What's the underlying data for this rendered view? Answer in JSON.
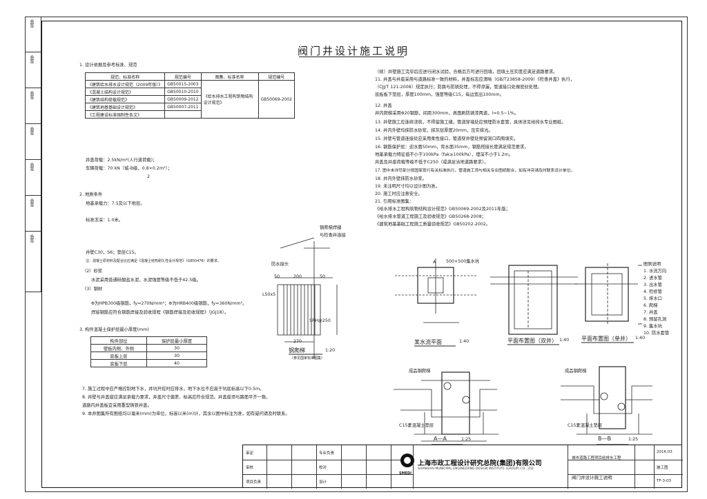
{
  "title": "阀门井设计施工说明",
  "margin_labels": [
    "会签",
    "会签",
    "会签",
    "会签",
    "会签",
    "会签",
    "会签"
  ],
  "section1": {
    "heading": "1. 设计依据及参考标准、规范",
    "headers": [
      "规范、标准名称",
      "规范编号",
      "图集、标准名称",
      "规范编号"
    ],
    "rows": [
      [
        "《建筑给水排水设计规范（2009年版）》",
        "GB50015-2003",
        "",
        ""
      ],
      [
        "《混凝土结构设计规范》",
        "GB50010-2010",
        "",
        ""
      ],
      [
        "《建筑结构荷载规范》",
        "GB50009-2012",
        "《给水排水工程构筑物结构设计规范》",
        "GB50069-2002"
      ],
      [
        "《建筑地基基础设计规范》",
        "GB50007-2011",
        "",
        ""
      ],
      [
        "《工程建设标准强制性条文》",
        "",
        "",
        ""
      ]
    ]
  },
  "loads": {
    "l1": "井盖荷载：2.5kN/m²(人行道荷载)；",
    "l2": "车辆荷载：70 kN（城-B级，0.8×0.2m²）；",
    "l3": "2"
  },
  "section2": {
    "l1": "2. 地质条件",
    "l2": "地基承载力：7.5及以下地层。",
    "l3": "标准冻深：1.0米。"
  },
  "materials": {
    "l1": "井壁C30，S6；垫层C15。",
    "l2": "注：混凝土原材料及配合比应满足《混凝土结构耐久性设计规范》（GB50476）的要求。",
    "l3": "（2）砂浆",
    "l4": "水泥采用普通硅酸盐水泥，水泥强度等级不低于42.5级。",
    "l5": "（3）钢材",
    "l6": "Φ为HPB300级钢筋，fy=270N/mm²；Φ为HRB400级钢筋，fy=360N/mm²。",
    "l7": "焊接钢筋应符合钢筋焊接及验收规程《钢筋焊接及验收规程》（JGJ18）。"
  },
  "section3": {
    "heading": "3. 构件混凝土保护层最小厚度(mm)",
    "headers": [
      "构件部位",
      "保护层最小厚度"
    ],
    "rows": [
      [
        "壁板内侧、外侧",
        "30"
      ],
      [
        "底板上层",
        "30"
      ],
      [
        "底板下层",
        "40"
      ]
    ]
  },
  "notes_left": [
    "7. 施工过程中应严格控制地下水，井坑开挖时应排水，地下水位不应高于坑底标高以下0.5m。",
    "8. 井壁与井盖座应满足承载力要求，井盖尺寸偏差、标高应符合规范。井盖座须与路面平齐一致。",
    "   道路内井盖板宜采用重型铸铁井盖。",
    "9. 本井图集所有图纸均以毫米(mm)为单位，标高以米(m)计，其余以图中标注为准，如有疑问请及时联系。"
  ],
  "notes_right": [
    "（续）井壁施工完毕后应进行闭水试验，合格后方可进行回填，回填土压实度应满足道路要求。",
    "11. 井盖与井座采用与道路标准一致的材料，井盖标志应清晰（GB/T23858-2009）《检查井盖》执行，",
    "  （CJJ/T 121-2008）规定执行；防腐与防锈处理，不得渗漏，管道接口处做密封处理。",
    "  底板板下垫层，厚度100mm，强度等级C15，每边宽出100mm。",
    "12. 井盖",
    "  井内爬梯采用Φ20钢筋，间距300mm，表面刷防锈漆两道，i=0.5~1%。",
    "13. 井壁施工应连续浇筑，不得留施工缝，管道穿墙处应预埋防水套管，具体详见给排水专业图纸。",
    "14. 井内外壁均抹防水砂浆，抹灰层厚度20mm，压实抹光。",
    "15. 井壁与管道连接处应采用柔性接口，管道穿井壁处预留洞口四周填实。",
    "16. 钢筋保护层：迎水面50mm，背水面35mm，钢筋搭接长度满足规范要求，",
    "  地基承载力特征值不小于100kPa（fak≥100kPa），埋深不小于1.2m。",
    "  井盖及井座荷载等级不低于C250（或满足当地道路要求）。",
    "17. 图中未详尽部分按国家现行有关标准执行，管道施工须与相关专业图纸配合，如有冲突请及时联系设计单位。",
    "18. 井内外壁抹防水砂浆。",
    "19. 未注明尺寸均以设计图为准。",
    "20. 施工时应注意安全。",
    "21. 引用标准图集：",
    "  《给水排水工程构筑物结构设计规范》GB50069-2002及2011年版；",
    "  《给水排水管道工程施工及验收规范》GB50268-2008；",
    "  《建筑地基基础工程施工质量验收规范》GB50202-2002。"
  ],
  "drawings": {
    "ladder": {
      "label": "钢爬梯",
      "scale": "1:20",
      "note": "（参见国家标准图集）",
      "top_note": "钢爬梯焊缝",
      "top_note2": "与检查井连接",
      "side_note": "防水接头",
      "dim_200": "200",
      "dim_50a": "50",
      "dim_50b": "50",
      "dim_270": "270",
      "dim_l50": "L50x5",
      "dim_pitch": "SPH@250"
    },
    "plan1": {
      "label": "某水流平面",
      "scale": "1:40",
      "callout": "500×500集水坑",
      "letter": "A"
    },
    "plan2": {
      "label": "平面布置图（双井）",
      "scale": "1:40"
    },
    "plan3": {
      "label": "平面布置图（单井）",
      "scale": "1:40"
    },
    "secA": {
      "label": "A—A",
      "scale": "1:25",
      "note1": "成品钢爬梯",
      "note2": "C15素混凝土垫层"
    },
    "secB": {
      "label": "B—B",
      "scale": "1:25",
      "note1": "成品钢爬梯",
      "note2": "C15素混凝土垫层"
    },
    "legend": [
      "图例说明",
      "1. 水流方向",
      "2. 进水管",
      "3. 出水管",
      "4. 检修管",
      "5. 排水口",
      "6. 爬梯",
      "7. 井盖",
      "8. 预留孔洞",
      "9. 集水坑",
      "10. 防水套管"
    ]
  },
  "titleblock": {
    "company": "上海市政工程设计研究总院(集团)有限公司",
    "company_en": "SHANGHAI MUNICIPAL ENGINEERING DESIGN INSTITUTE (GROUP) CO., LTD.",
    "logo": "SMEDI",
    "labels": [
      "审定",
      "审核",
      "项目负责",
      "专业负责",
      "校对",
      "设计"
    ],
    "project": "城市道路工程项目给排水工程",
    "drawing": "阀门井设计施工说明",
    "date": "2016.03",
    "stage": "施工图",
    "no": "TF-3-03"
  }
}
